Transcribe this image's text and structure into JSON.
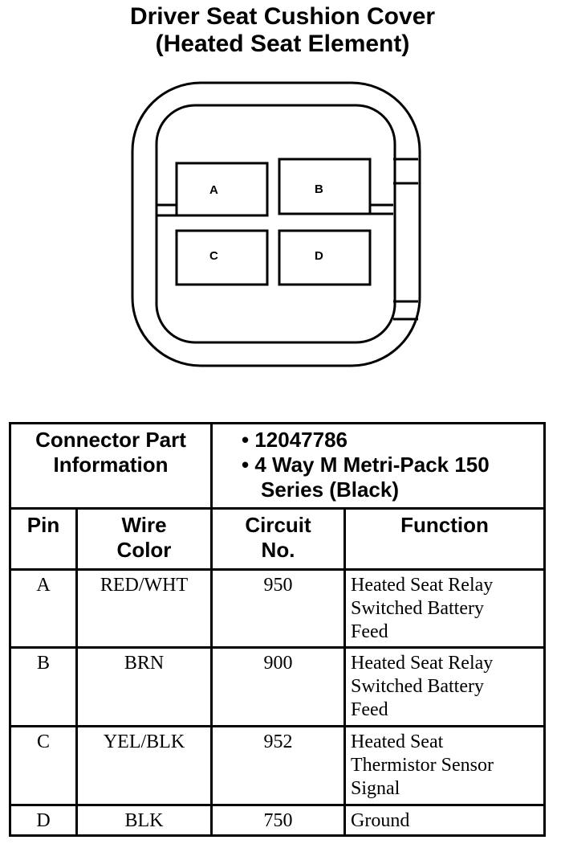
{
  "title": {
    "line1": "Driver Seat Cushion Cover",
    "line2": "(Heated Seat Element)"
  },
  "connector": {
    "pins": [
      "A",
      "B",
      "C",
      "D"
    ]
  },
  "table": {
    "part_info_label_1": "Connector Part",
    "part_info_label_2": "Information",
    "part_info_items": [
      "12047786",
      "4 Way M Metri-Pack 150 Series (Black)"
    ],
    "headers": {
      "pin": "Pin",
      "wire_color_1": "Wire",
      "wire_color_2": "Color",
      "circuit_1": "Circuit",
      "circuit_2": "No.",
      "function": "Function"
    },
    "rows": [
      {
        "pin": "A",
        "wire": "RED/WHT",
        "circuit": "950",
        "func_lines": [
          "Heated Seat Relay",
          "Switched Battery",
          "Feed"
        ]
      },
      {
        "pin": "B",
        "wire": "BRN",
        "circuit": "900",
        "func_lines": [
          "Heated Seat Relay",
          "Switched Battery",
          "Feed"
        ]
      },
      {
        "pin": "C",
        "wire": "YEL/BLK",
        "circuit": "952",
        "func_lines": [
          "Heated Seat",
          "Thermistor Sensor",
          "Signal"
        ]
      },
      {
        "pin": "D",
        "wire": "BLK",
        "circuit": "750",
        "func_lines": [
          "Ground"
        ]
      }
    ]
  }
}
